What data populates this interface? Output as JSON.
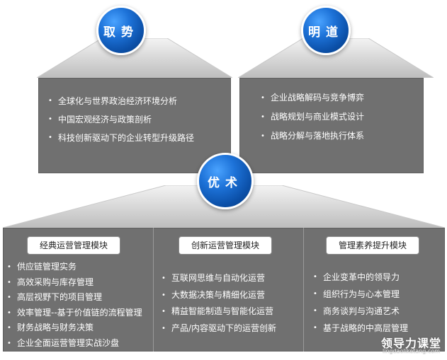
{
  "top_left": {
    "title": "取势",
    "items": [
      "全球化与世界政治经济环境分析",
      "中国宏观经济与政策剖析",
      "科技创新驱动下的企业转型升级路径"
    ]
  },
  "top_right": {
    "title": "明道",
    "items": [
      "企业战略解码与竞争博弈",
      "战略规划与商业模式设计",
      "战略分解与落地执行体系"
    ]
  },
  "bottom": {
    "title": "优术",
    "modules": [
      {
        "label": "经典运营管理模块",
        "items": [
          "供应链管理实务",
          "高效采购与库存管理",
          "高层视野下的项目管理",
          "效率管理--基于价值链的流程管理",
          "财务战略与财务决策",
          "企业全面运营管理实战沙盘"
        ]
      },
      {
        "label": "创新运营管理模块",
        "items": [
          "互联网思维与自动化运营",
          "大数据决策与精细化运营",
          "精益智能制造与智能化运营",
          "产品/内容驱动下的运营创新"
        ]
      },
      {
        "label": "管理素养提升模块",
        "items": [
          "企业变革中的领导力",
          "组织行为与心本管理",
          "商务谈判与沟通艺术",
          "基于战略的中高层管理"
        ]
      }
    ]
  },
  "logo": {
    "name": "领导力课堂",
    "url": "lingdaoliketang.com"
  }
}
